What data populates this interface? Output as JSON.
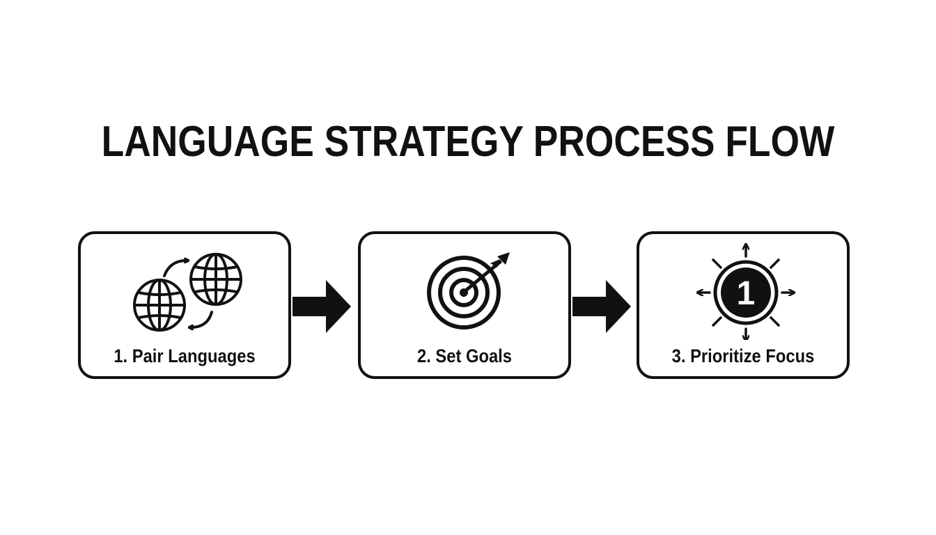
{
  "title": "LANGUAGE STRATEGY PROCESS FLOW",
  "steps": [
    {
      "label": "1. Pair Languages",
      "icon": "globe-exchange-icon"
    },
    {
      "label": "2. Set Goals",
      "icon": "target-arrow-icon"
    },
    {
      "label": "3. Prioritize Focus",
      "icon": "priority-one-icon",
      "badge": "1"
    }
  ],
  "colors": {
    "ink": "#111111",
    "background": "#ffffff"
  }
}
